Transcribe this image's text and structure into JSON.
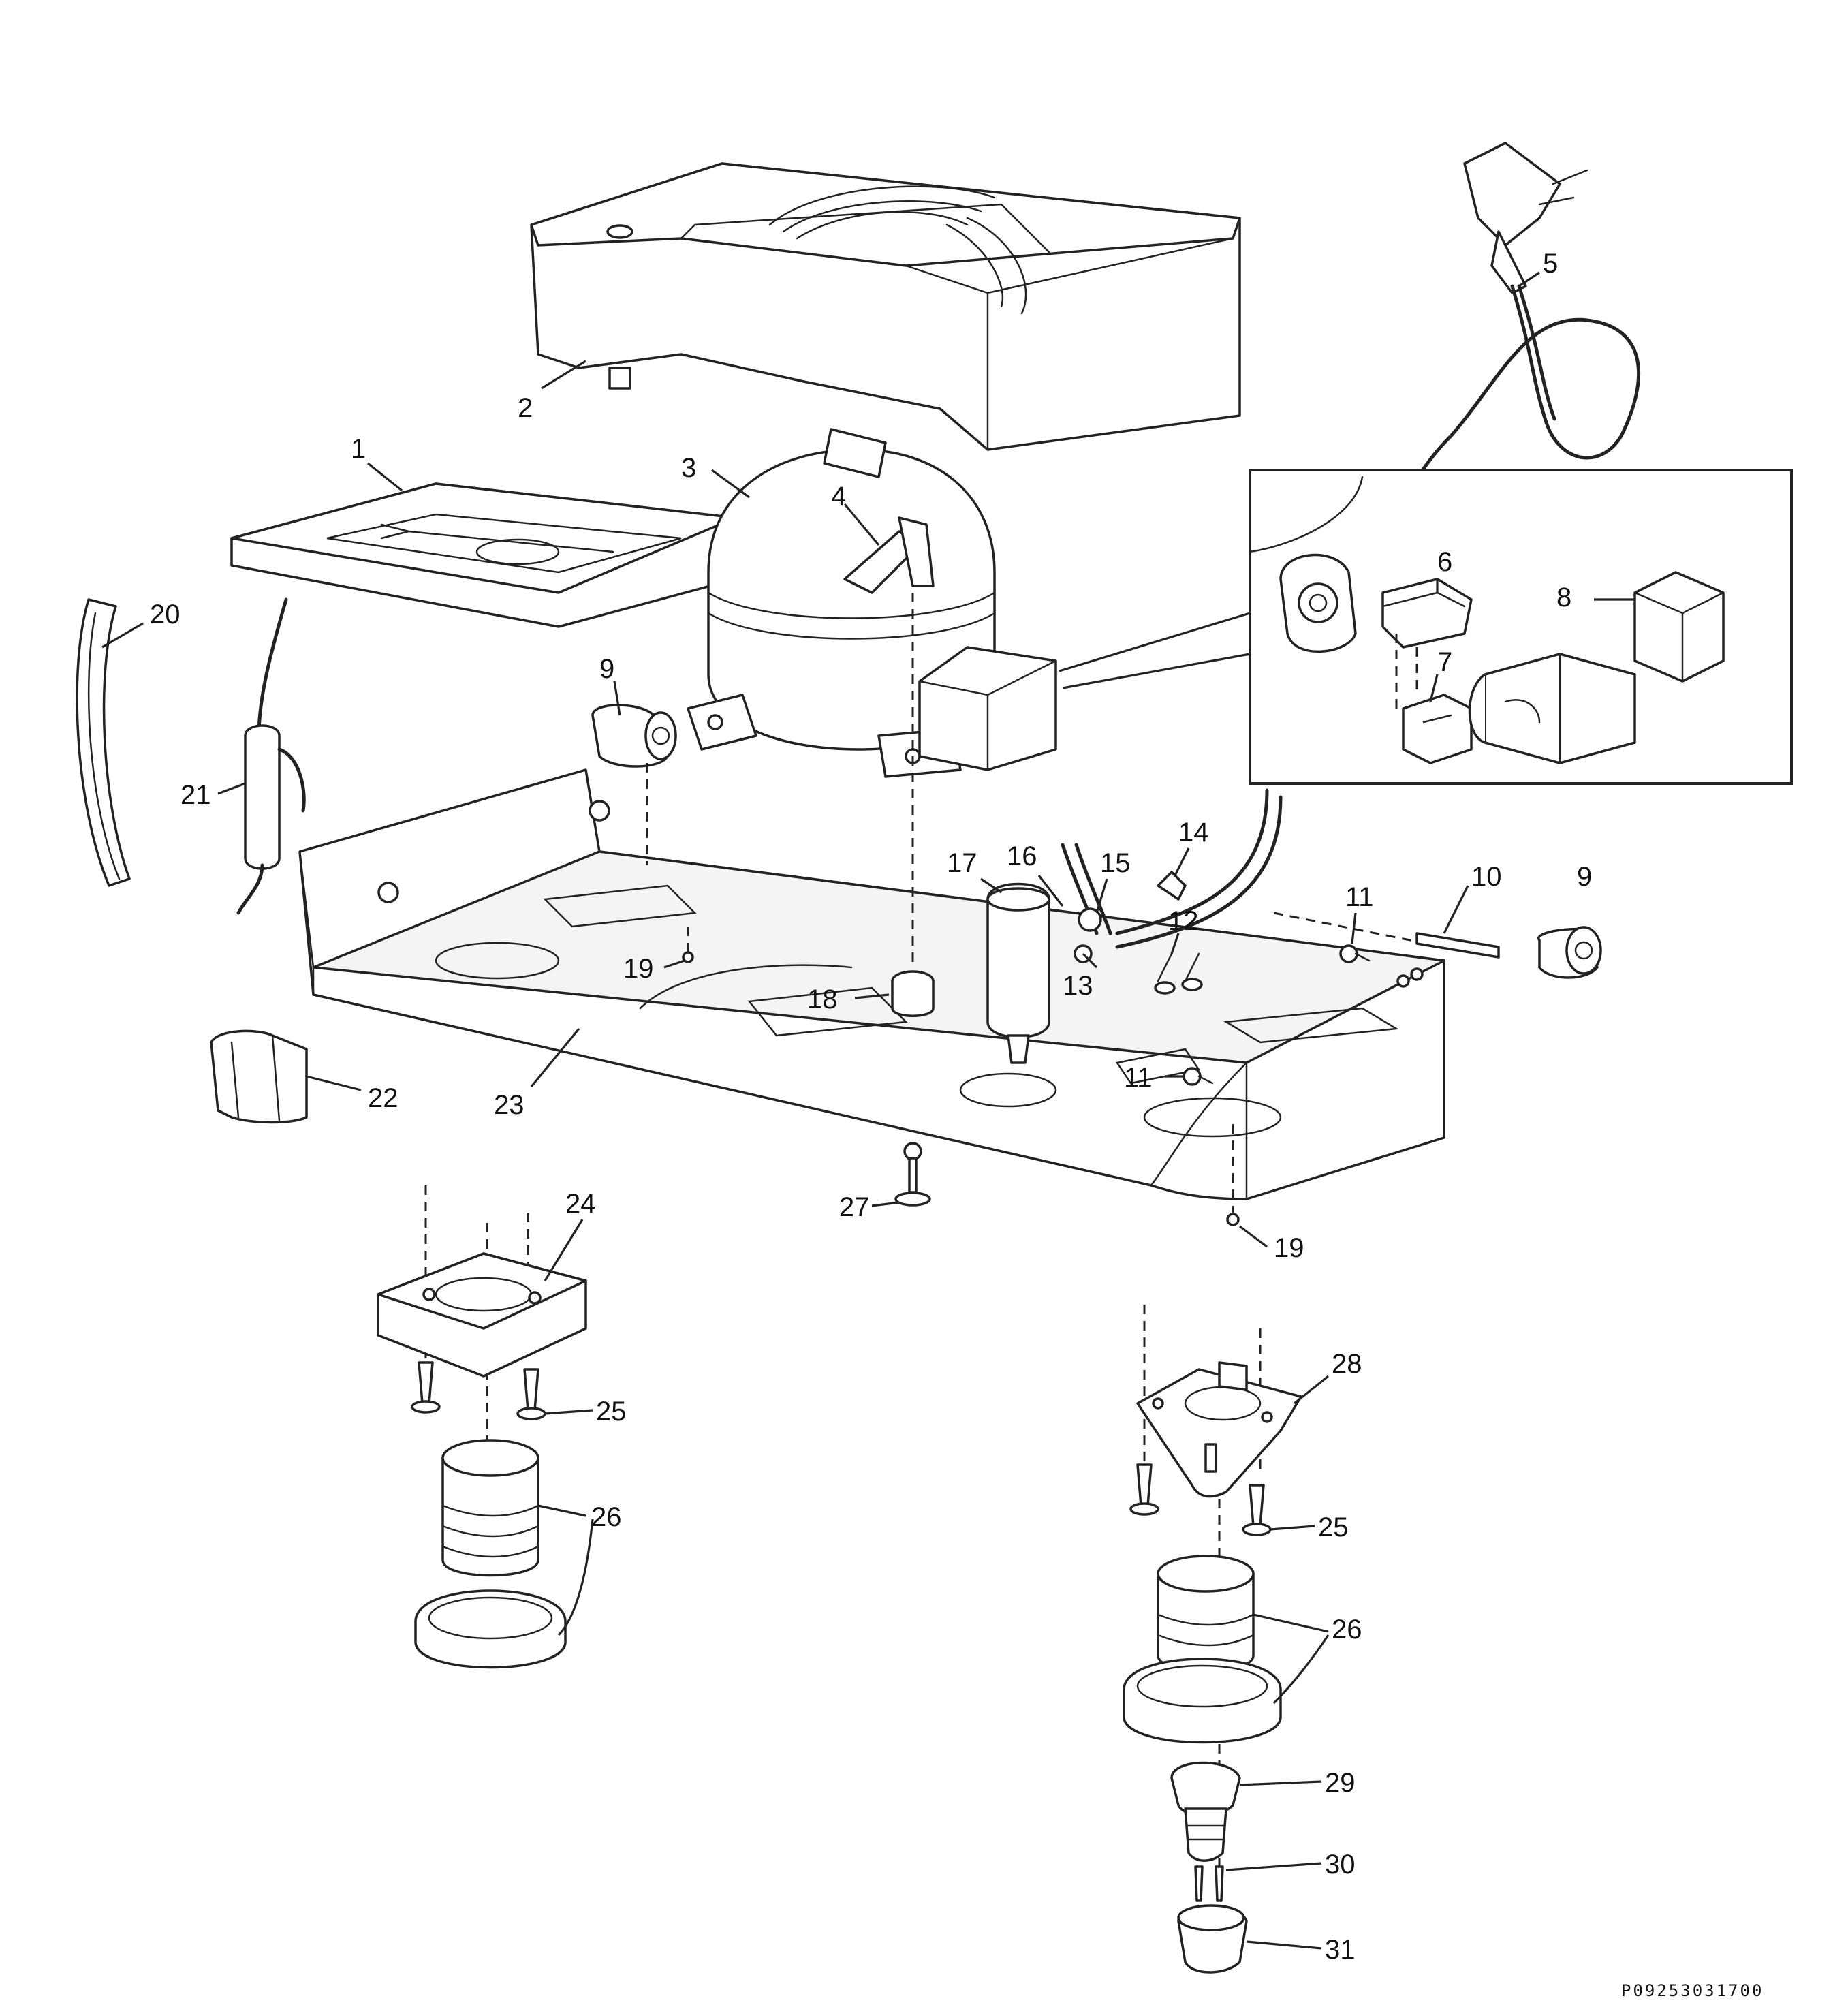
{
  "diagram": {
    "drawing_code": "P09253031700",
    "callouts": [
      "1",
      "2",
      "3",
      "4",
      "5",
      "6",
      "7",
      "8",
      "9",
      "9",
      "10",
      "11",
      "11",
      "12",
      "13",
      "14",
      "15",
      "16",
      "17",
      "18",
      "19",
      "19",
      "20",
      "21",
      "22",
      "23",
      "24",
      "25",
      "25",
      "26",
      "26",
      "27",
      "28",
      "29",
      "30",
      "31"
    ],
    "colors": {
      "line": "#222222",
      "background": "#ffffff"
    }
  }
}
